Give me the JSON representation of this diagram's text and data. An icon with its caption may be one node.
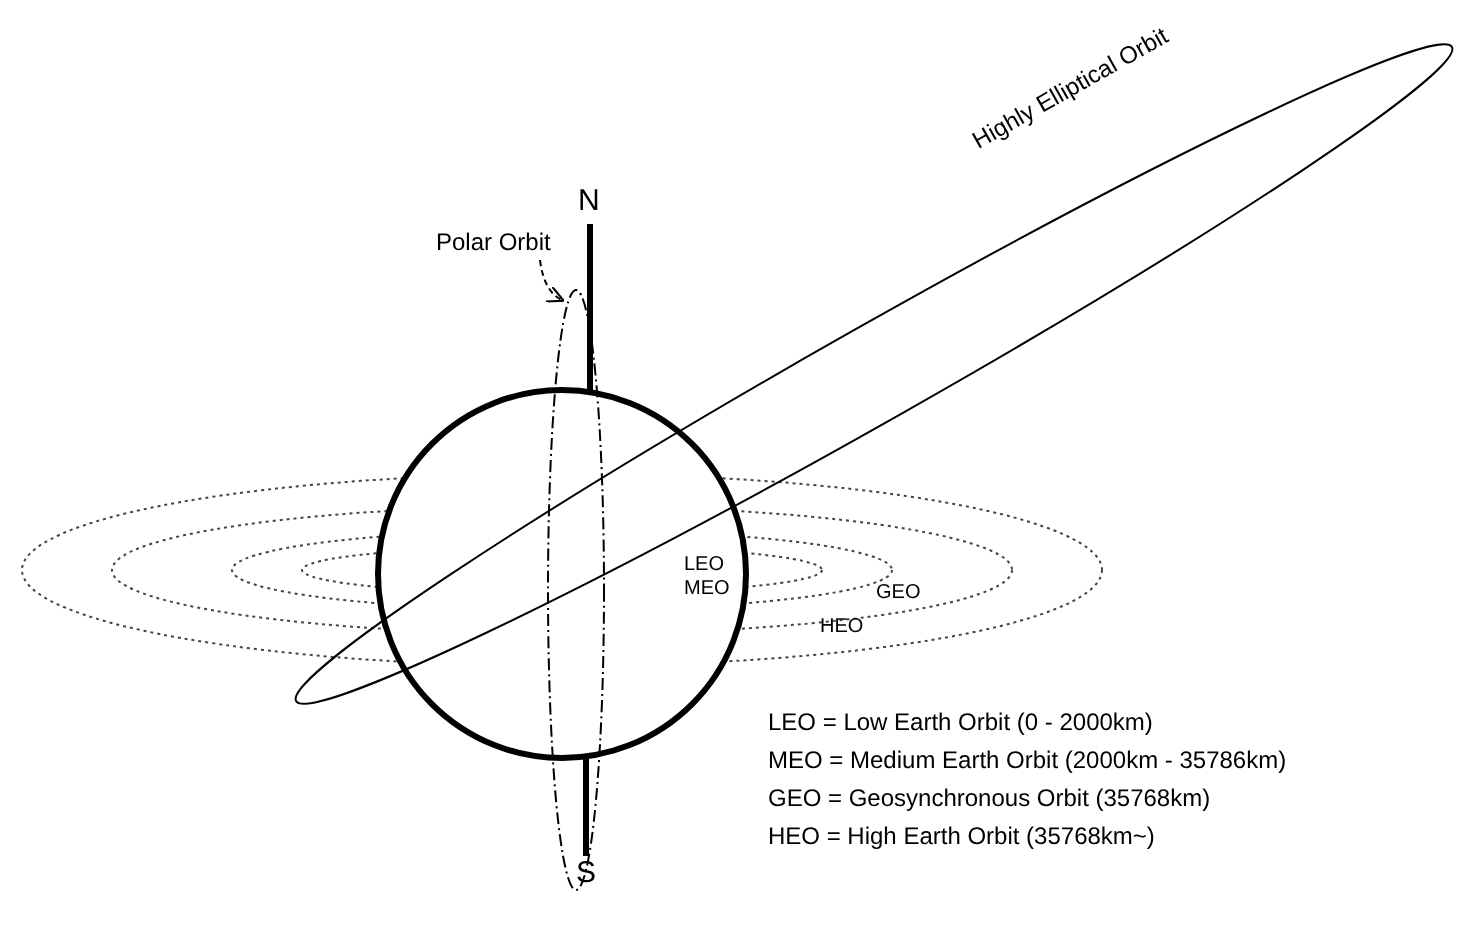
{
  "diagram": {
    "nodes": [
      {
        "text": [
          "Polar Orbit"
        ]
      },
      {
        "text": [],
        "shape": "ellipse"
      }
    ],
    "edges": [
      {
        "from": 0,
        "to": 1,
        "arrow": "to",
        "style": "dashed"
      }
    ],
    "labels": [
      "N",
      "Highly Elliptical Orbit",
      "LEO",
      "MEO",
      "GEO",
      "HEO",
      "LEO = Low Earth Orbit (0 - 2000km)",
      "MEO = Medium Earth Orbit (2000km - 35786km)",
      "GEO = Geosynchronous Orbit (35768km)",
      "HEO = High Earth Orbit (35768km~)",
      "S"
    ]
  }
}
